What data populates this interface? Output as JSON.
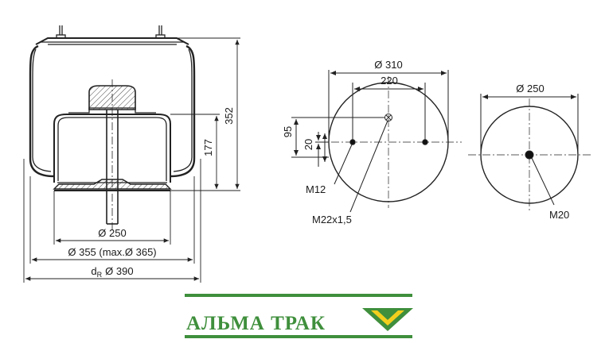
{
  "spring_drawing": {
    "dim_height_total": "352",
    "dim_height_piston": "177",
    "dim_piston_dia": "Ø 250",
    "dim_bellow_dia": "Ø 355 (max.Ø 365)",
    "dim_ring_prefix": "d",
    "dim_ring_subscript": "R",
    "dim_ring_value": "Ø 390"
  },
  "top_plate_view": {
    "dim_plate_dia": "Ø 310",
    "dim_bolt_spacing": "220",
    "dim_offset_95": "95",
    "dim_offset_20": "20",
    "label_bolt": "M12",
    "label_air": "M22x1,5"
  },
  "bottom_plate_view": {
    "dim_plate_dia": "Ø 250",
    "label_bolt": "M20"
  },
  "brand": {
    "name": "АЛЬМА ТРАК",
    "color_green": "#3f8f3c",
    "color_yellow": "#f3cf1d",
    "logo_icon": "chevron-down-icon"
  }
}
